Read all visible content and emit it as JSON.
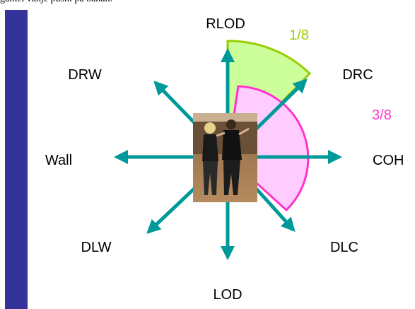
{
  "header_text": "gamet vanje pusnt pa banan.",
  "colors": {
    "side_bar": "#333399",
    "arrow": "#009999",
    "wedge_small_fill": "#ccff99",
    "wedge_small_stroke": "#99cc00",
    "wedge_large_fill": "#ffccff",
    "wedge_large_stroke": "#ff33cc",
    "fraction_small": "#99cc00",
    "fraction_large": "#ff33cc"
  },
  "directions": {
    "rlod": "RLOD",
    "drc": "DRC",
    "coh": "COH",
    "dlc": "DLC",
    "lod": "LOD",
    "dlw": "DLW",
    "wall": "Wall",
    "drw": "DRW"
  },
  "fractions": {
    "small": "1/8",
    "large": "3/8"
  },
  "photo": {
    "subject": "dancing-couple"
  }
}
